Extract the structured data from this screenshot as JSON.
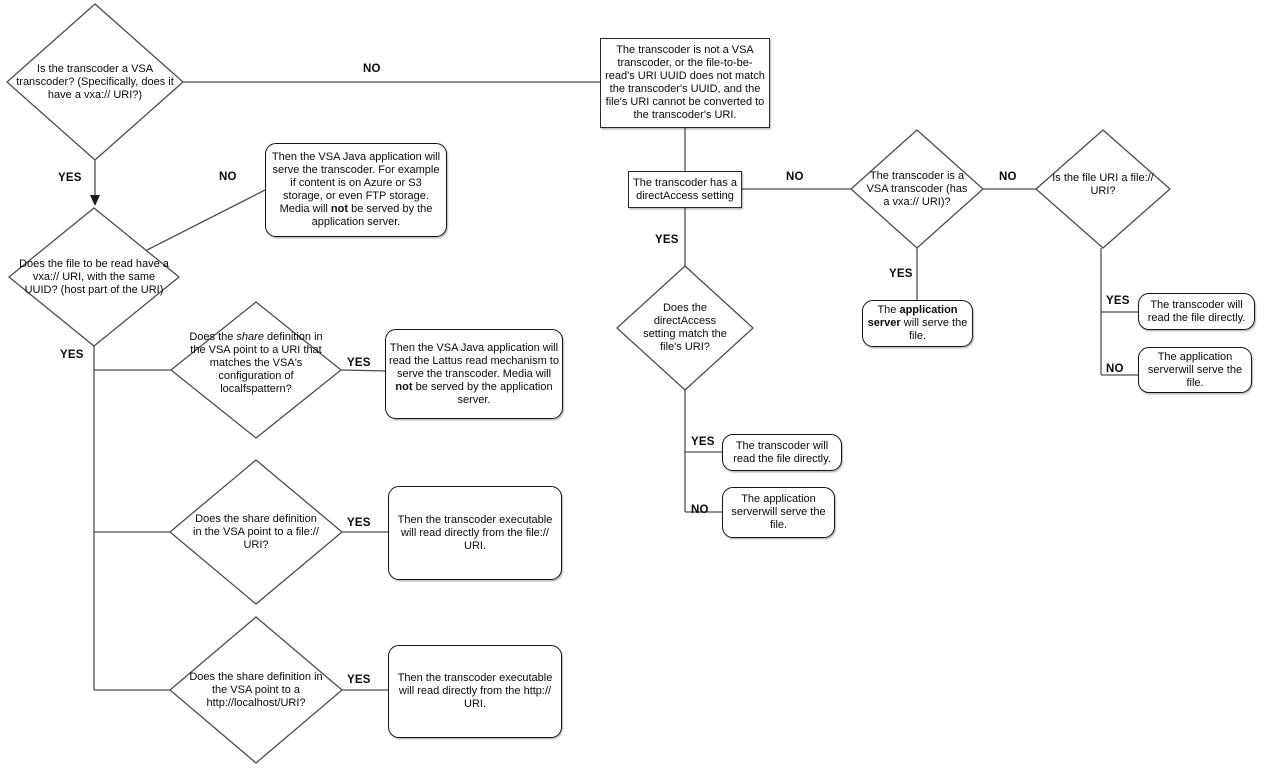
{
  "labels": {
    "yes": "YES",
    "no": "NO"
  },
  "colors": {
    "background": "#ffffff",
    "line": "#4d4d4d",
    "node_border": "#1c1c1c",
    "text": "#000000"
  },
  "nodes": {
    "d1": {
      "text": "Is the transcoder a VSA transcoder? (Specifically, does it have a vxa:// URI?)"
    },
    "d2": {
      "text": "Does the file to be read have a vxa:// URI, with the same UUID? (host part of the URI)"
    },
    "d3": {
      "t1": "Does the ",
      "t2": "share",
      "t3": " definition in the VSA point to a URI that matches the VSA's configuration of localfspattern?"
    },
    "d4": {
      "text": "Does the share definition in the VSA point to a file:// URI?"
    },
    "d5": {
      "text": "Does the share definition in the VSA point to a http://localhost/URI?"
    },
    "d6": {
      "text": "Does the directAccess setting match the file's URI?"
    },
    "d7": {
      "text": "The transcoder is a VSA transcoder (has a vxa:// URI)?"
    },
    "d8": {
      "text": "Is the file URI a file:// URI?"
    },
    "r1": {
      "text": "The transcoder is not a VSA transcoder, or the file-to-be-read's URI UUID does not match the transcoder's UUID, and the file's URI cannot be converted to the transcoder's URI."
    },
    "r2": {
      "text": "The transcoder has a directAccess setting"
    },
    "b1": {
      "t1": "Then the VSA Java application will serve the transcoder. For example if content is on Azure or S3 storage, or even FTP storage. Media will ",
      "t2": "not",
      "t3": " be served by the application server."
    },
    "b2": {
      "t1": "Then the VSA Java application will read the Lattus read mechanism to serve the transcoder. Media will ",
      "t2": "not",
      "t3": " be served by the application server."
    },
    "b3": {
      "text": "Then the transcoder executable will read directly from the file:// URI."
    },
    "b4": {
      "text": "Then the transcoder executable will read directly from the http:// URI."
    },
    "b5": {
      "text": "The transcoder will read the file directly."
    },
    "b6": {
      "text": "The application serverwill serve the file."
    },
    "b7": {
      "t1": "The ",
      "t2": "application server",
      "t3": " will serve the file."
    },
    "b8": {
      "text": "The transcoder will read the file directly."
    },
    "b9": {
      "text": "The application serverwill serve the file."
    }
  }
}
